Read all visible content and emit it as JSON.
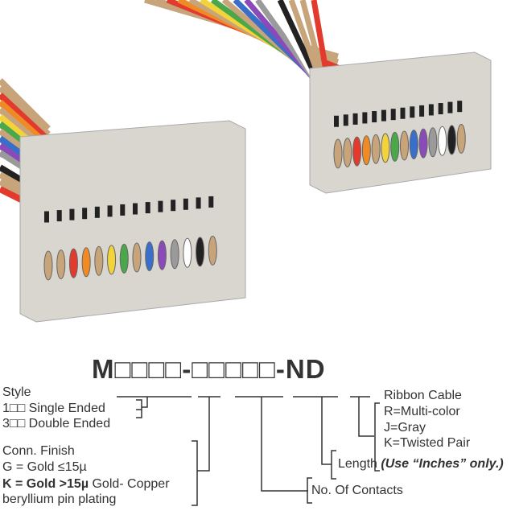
{
  "part_number": "M□□□□-□□□□□-ND",
  "style": {
    "title": "Style",
    "options": [
      "1□□ Single Ended",
      "3□□ Double Ended"
    ]
  },
  "finish": {
    "title": "Conn. Finish",
    "g": "G = Gold ≤15µ",
    "k_bold": "K = Gold >15µ",
    "k_rest": " Gold- Copper",
    "k_line2": "beryllium pin plating"
  },
  "contacts": {
    "label": "No. Of Contacts"
  },
  "length": {
    "label": "Length ",
    "note": "(Use “Inches” only.)"
  },
  "cable": {
    "title": "Ribbon Cable",
    "options": [
      "R=Multi-color",
      "J=Gray",
      "K=Twisted Pair"
    ]
  },
  "colors": {
    "connector": "#d9d6d0",
    "text": "#333333",
    "wire_colors": [
      "#c8a47a",
      "#e23b2e",
      "#f08a24",
      "#f2d43a",
      "#4aa84a",
      "#3a6fc9",
      "#8a4bb8",
      "#9a9a9a",
      "#ffffff",
      "#222222"
    ]
  }
}
